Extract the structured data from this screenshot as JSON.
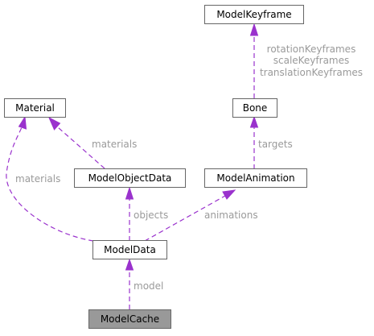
{
  "colors": {
    "edge": "#9a32cd",
    "edge_label": "#9a9a9a",
    "node_border": "#666666",
    "node_fill": "#ffffff",
    "highlight_fill": "#999999"
  },
  "nodes": {
    "model_keyframe": "ModelKeyframe",
    "bone": "Bone",
    "material": "Material",
    "model_object_data": "ModelObjectData",
    "model_animation": "ModelAnimation",
    "model_data": "ModelData",
    "model_cache": "ModelCache"
  },
  "edges": {
    "keyframes_label_1": "rotationKeyframes",
    "keyframes_label_2": "scaleKeyframes",
    "keyframes_label_3": "translationKeyframes",
    "targets": "targets",
    "materials_obj": "materials",
    "materials_data": "materials",
    "objects": "objects",
    "animations": "animations",
    "model": "model"
  }
}
